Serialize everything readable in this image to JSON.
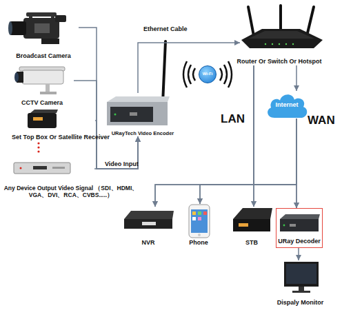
{
  "diagram": {
    "nodes": [
      {
        "text": [
          "Broadcast Camera"
        ]
      },
      {
        "text": [
          "CCTV Camera"
        ]
      },
      {
        "text": [
          "Set Top Box Or Satellite Receiver"
        ]
      },
      {
        "text": [
          "Any Device Output Video Signal （SDI、HDMI、VGA、DVI、RCA、CVBS.....）"
        ]
      },
      {
        "text": [
          "URayTech Video Encoder"
        ]
      },
      {
        "text": [
          "Router Or Switch Or Hotspot"
        ]
      },
      {
        "text": [
          "Wi-Fi"
        ]
      },
      {
        "text": [
          "Internet"
        ]
      },
      {
        "text": [
          "NVR"
        ]
      },
      {
        "text": [
          "Phone"
        ]
      },
      {
        "text": [
          "STB"
        ]
      },
      {
        "text": [
          "URay Decoder"
        ]
      },
      {
        "text": [
          "Dispaly Monitor"
        ]
      }
    ],
    "edges": [
      {
        "from": 0,
        "to": 4,
        "arrow": "to"
      },
      {
        "from": 1,
        "to": 4,
        "arrow": "to"
      },
      {
        "from": 2,
        "to": 4,
        "arrow": "to"
      },
      {
        "from": 3,
        "to": 4,
        "label": "Video Input",
        "arrow": "to"
      },
      {
        "from": 4,
        "to": 5,
        "label": "Ethernet Cable",
        "arrow": "to"
      },
      {
        "from": 5,
        "to": 7,
        "arrow": "to"
      },
      {
        "from": 5,
        "to": 8,
        "arrow": "to"
      },
      {
        "from": 5,
        "to": 9,
        "arrow": "to"
      },
      {
        "from": 5,
        "to": 10,
        "arrow": "to"
      },
      {
        "from": 5,
        "to": 11,
        "arrow": "to"
      },
      {
        "from": 7,
        "to": 8,
        "arrow": "to"
      },
      {
        "from": 7,
        "to": 9,
        "arrow": "to"
      },
      {
        "from": 7,
        "to": 10,
        "arrow": "to"
      },
      {
        "from": 7,
        "to": 11,
        "arrow": "to"
      },
      {
        "from": 11,
        "to": 12,
        "arrow": "to"
      }
    ],
    "labels": [
      "LAN",
      "WAN"
    ]
  }
}
